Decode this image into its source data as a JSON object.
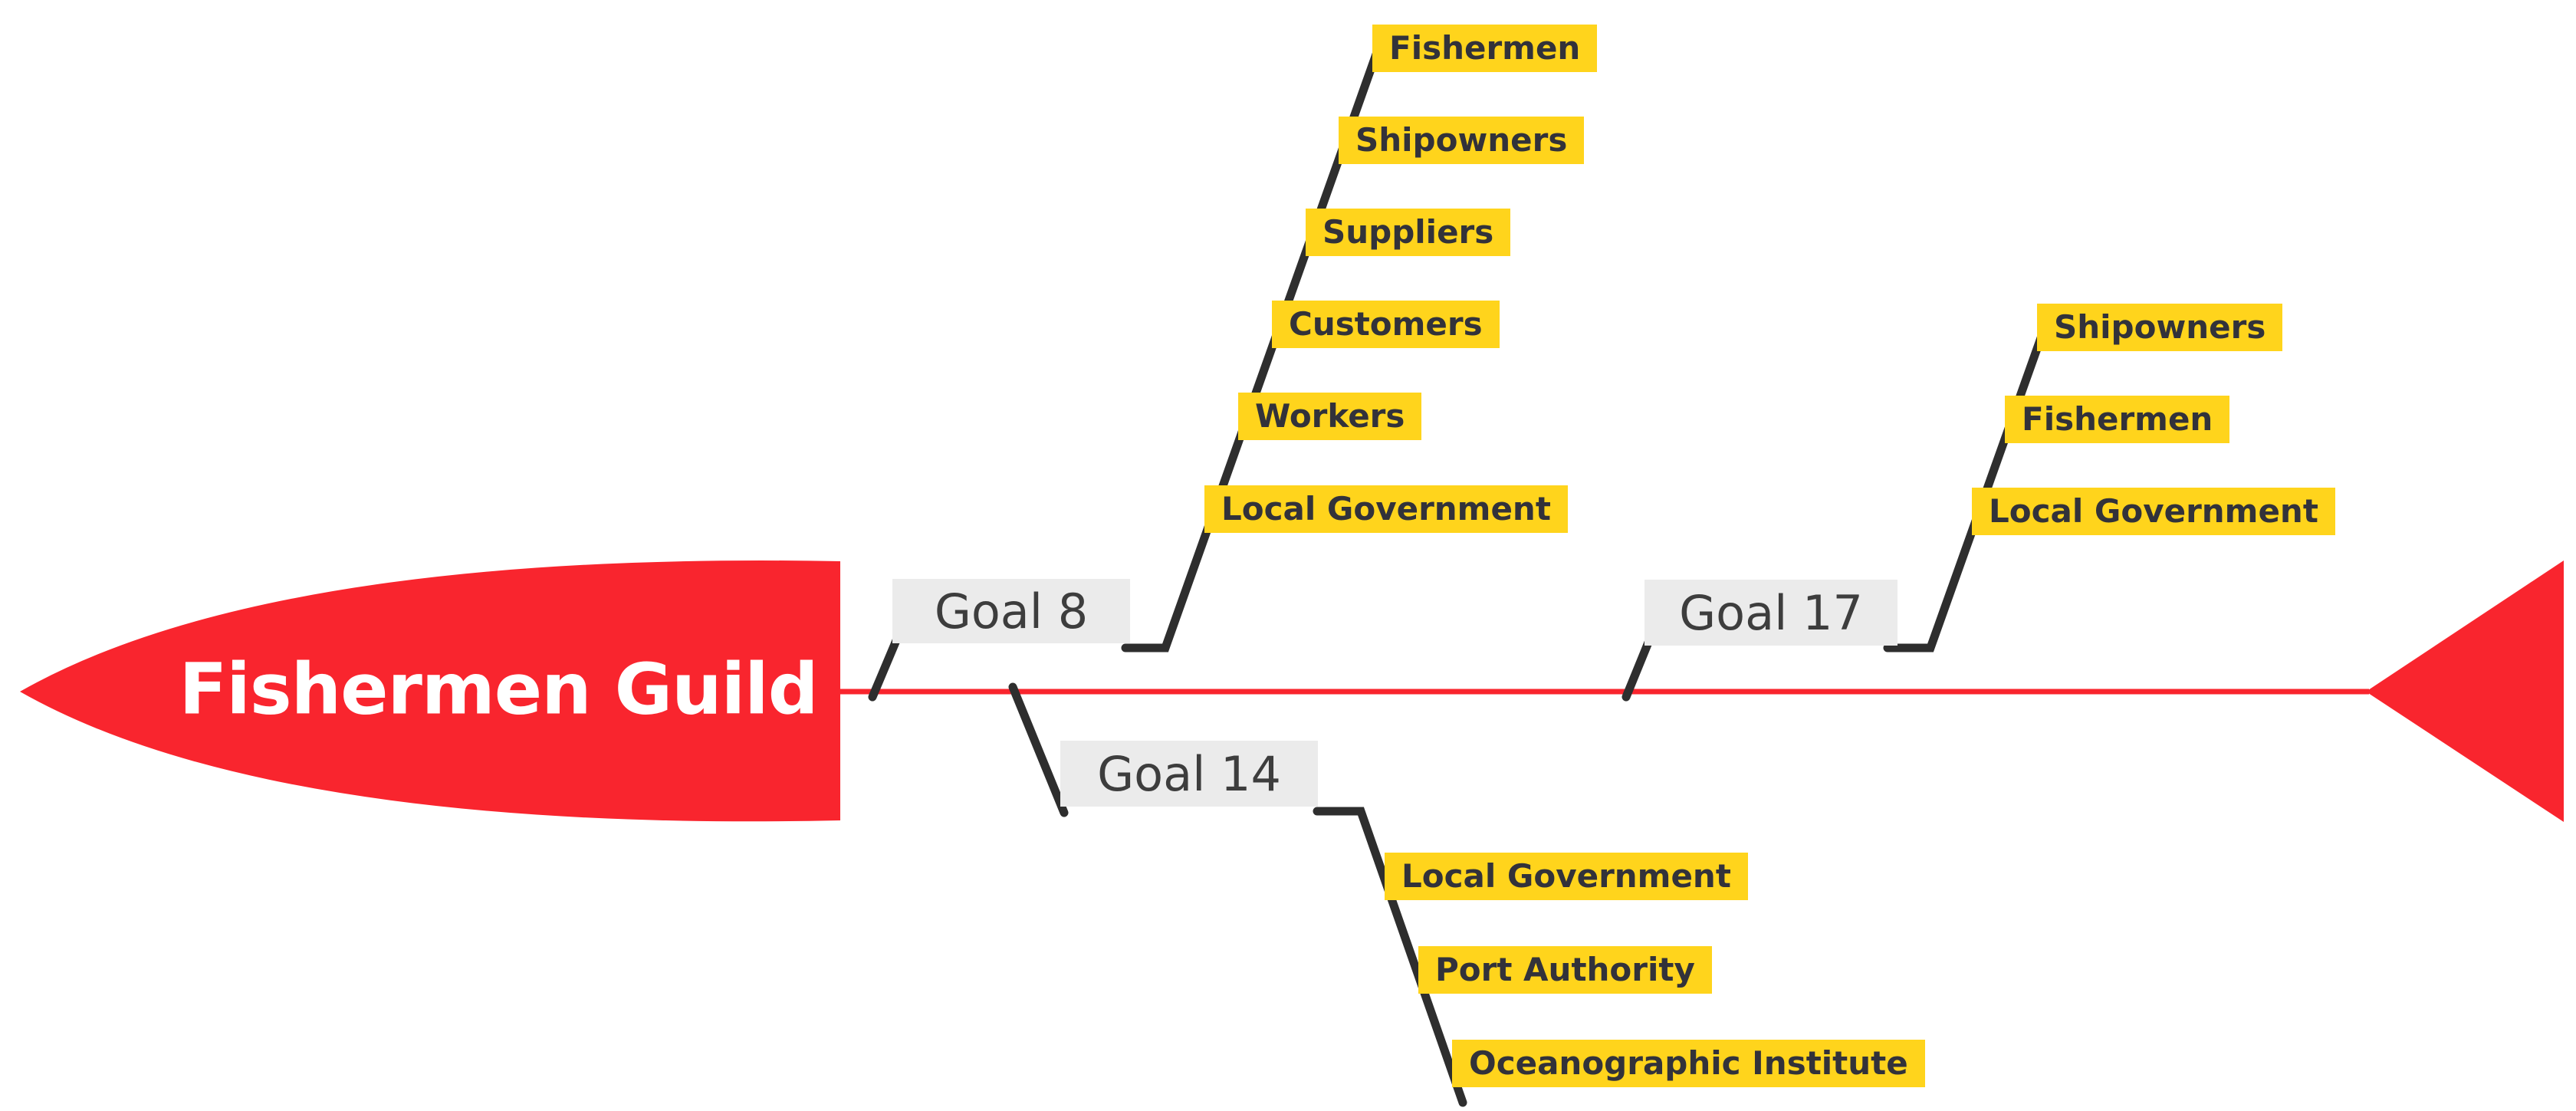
{
  "diagram_type": "fishbone-stakeholder-diagram",
  "colors": {
    "spine_red": "#f9252e",
    "head_red": "#f9252e",
    "tag_yellow": "#ffd41c",
    "goal_box_gray": "#ebebeb",
    "dark_text": "#32323a",
    "goal_text": "#3d3d3d",
    "connector_black": "#2e2e2e",
    "head_text": "#ffffff"
  },
  "head": {
    "label": "Fishermen Guild"
  },
  "goals": [
    {
      "label": "Goal 8",
      "side": "above",
      "stakeholders": [
        "Fishermen",
        "Shipowners",
        "Suppliers",
        "Customers",
        "Workers",
        "Local Government"
      ]
    },
    {
      "label": "Goal 14",
      "side": "below",
      "stakeholders": [
        "Local Government",
        "Port Authority",
        "Oceanographic Institute"
      ]
    },
    {
      "label": "Goal 17",
      "side": "above",
      "stakeholders": [
        "Shipowners",
        "Fishermen",
        "Local Government"
      ]
    }
  ]
}
